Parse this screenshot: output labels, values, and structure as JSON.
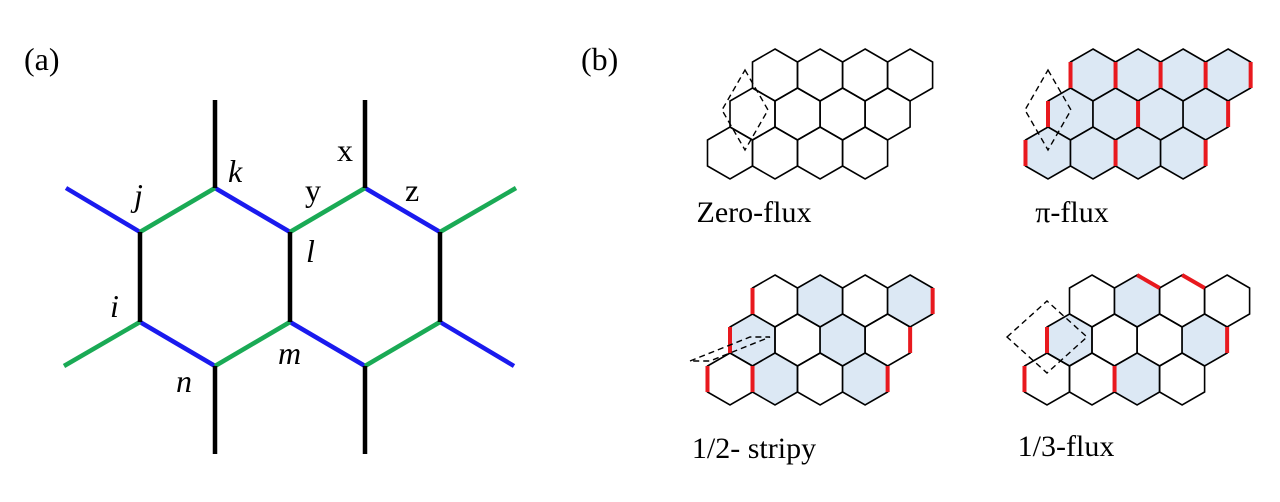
{
  "panel_a": {
    "label": "(a)",
    "site_labels": {
      "i": "i",
      "j": "j",
      "k": "k",
      "l": "l",
      "m": "m",
      "n": "n"
    },
    "bond_labels": {
      "x": "x",
      "y": "y",
      "z": "z"
    },
    "colors": {
      "x_bond": "#000000",
      "y_bond": "#1aaa55",
      "z_bond": "#1a1aee"
    }
  },
  "panel_b": {
    "label": "(b)",
    "captions": {
      "zero": "Zero-flux",
      "pi": "π-flux",
      "stripy": "1/2- stripy",
      "third": "1/3-flux"
    },
    "colors": {
      "flux_fill": "#dce8f4",
      "flux_bond": "#e8191e",
      "edge": "#000000"
    }
  }
}
